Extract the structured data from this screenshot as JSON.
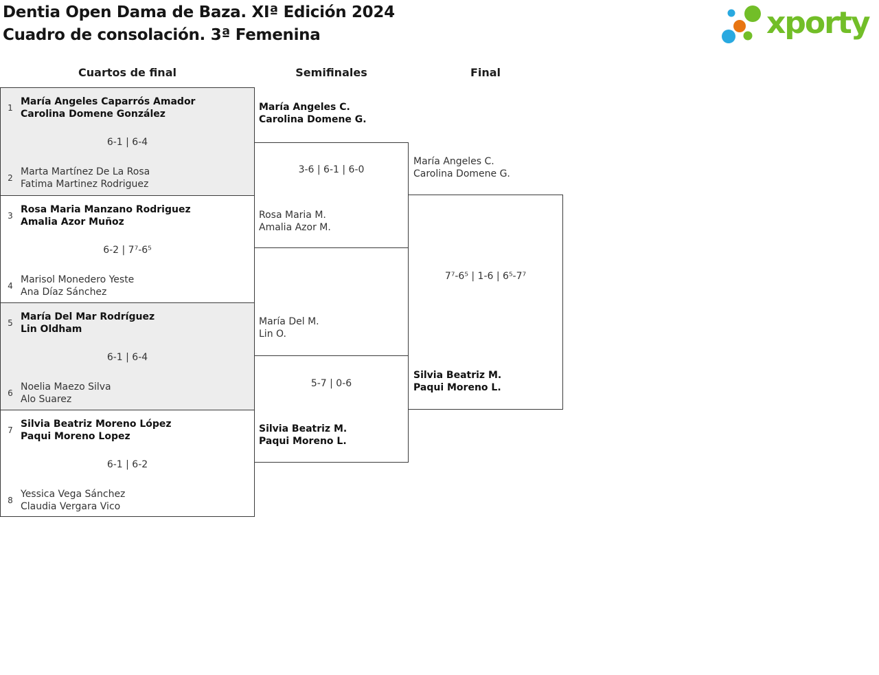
{
  "header": {
    "title_line1": "Dentia Open Dama de Baza. XIª Edición 2024",
    "title_line2": "Cuadro de consolación. 3ª Femenina",
    "logo_text": "xporty"
  },
  "colors": {
    "logo_green": "#72be28",
    "logo_blue": "#29a9e0",
    "logo_orange": "#e87511",
    "line": "#3a3a3a",
    "shaded_match_bg": "#ededed",
    "winner_text": "#111111"
  },
  "rounds": {
    "quarterfinals_label": "Cuartos de final",
    "semifinals_label": "Semifinales",
    "final_label": "Final"
  },
  "quarterfinals": [
    {
      "score": "6-1 | 6-4",
      "top": {
        "seed": "1",
        "player1": "María Angeles Caparrós Amador",
        "player2": "Carolina Domene González",
        "winner": true
      },
      "bottom": {
        "seed": "2",
        "player1": "Marta Martínez De La Rosa",
        "player2": "Fatima Martinez Rodriguez",
        "winner": false
      }
    },
    {
      "score": "6-2 | 7⁷-6⁵",
      "top": {
        "seed": "3",
        "player1": "Rosa Maria Manzano Rodriguez",
        "player2": "Amalia Azor Muñoz",
        "winner": true
      },
      "bottom": {
        "seed": "4",
        "player1": "Marisol Monedero Yeste",
        "player2": "Ana Díaz Sánchez",
        "winner": false
      }
    },
    {
      "score": "6-1 | 6-4",
      "top": {
        "seed": "5",
        "player1": "María Del Mar Rodríguez",
        "player2": "Lin Oldham",
        "winner": true
      },
      "bottom": {
        "seed": "6",
        "player1": "Noelia Maezo Silva",
        "player2": "Alo Suarez",
        "winner": false
      }
    },
    {
      "score": "6-1 | 6-2",
      "top": {
        "seed": "7",
        "player1": "Silvia Beatriz Moreno López",
        "player2": "Paqui Moreno Lopez",
        "winner": true
      },
      "bottom": {
        "seed": "8",
        "player1": "Yessica Vega Sánchez",
        "player2": "Claudia Vergara Vico",
        "winner": false
      }
    }
  ],
  "semifinals": [
    {
      "score": "3-6 | 6-1 | 6-0",
      "top": {
        "player1": "María Angeles C.",
        "player2": "Carolina Domene G.",
        "winner": true
      },
      "bottom": {
        "player1": "Rosa Maria M.",
        "player2": "Amalia Azor M.",
        "winner": false
      }
    },
    {
      "score": "5-7 | 0-6",
      "top": {
        "player1": "María Del M.",
        "player2": "Lin O.",
        "winner": false
      },
      "bottom": {
        "player1": "Silvia Beatriz M.",
        "player2": "Paqui Moreno L.",
        "winner": true
      }
    }
  ],
  "final": {
    "score": "7⁷-6⁵ | 1-6 | 6⁵-7⁷",
    "top": {
      "player1": "María Angeles C.",
      "player2": "Carolina Domene G.",
      "winner": false
    },
    "bottom": {
      "player1": "Silvia Beatriz M.",
      "player2": "Paqui Moreno L.",
      "winner": true
    }
  }
}
